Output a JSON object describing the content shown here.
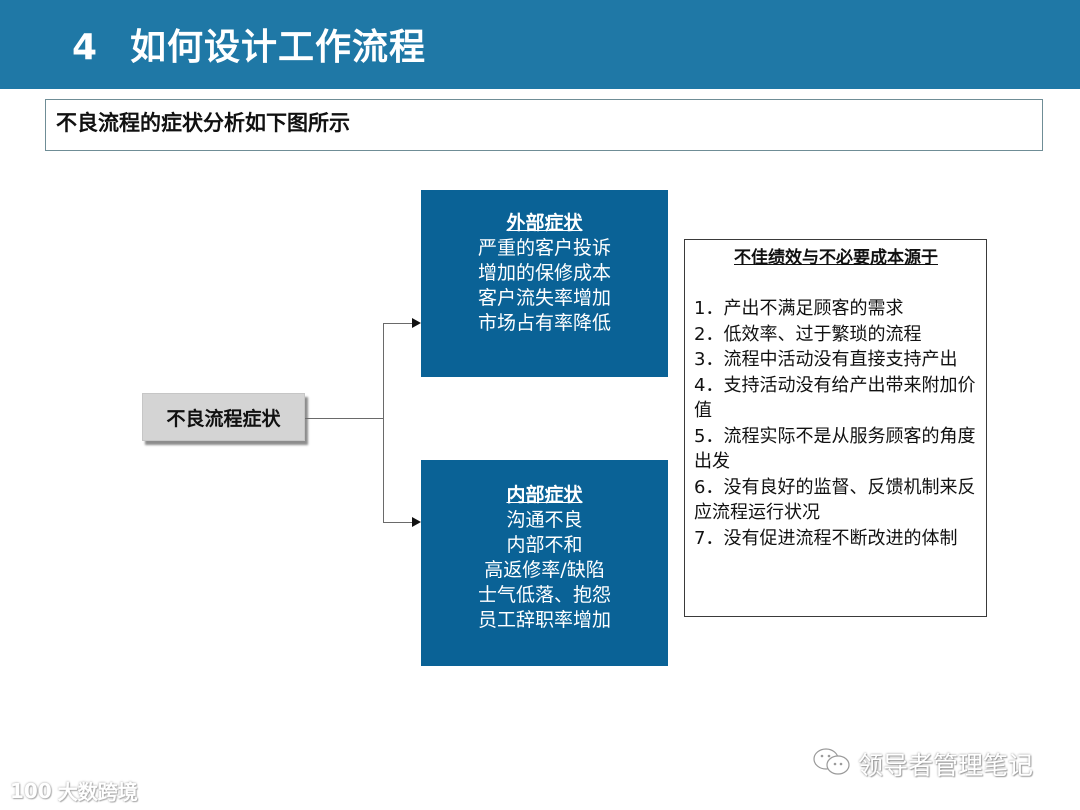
{
  "header": {
    "section_number": "4",
    "title": "如何设计工作流程",
    "bg_color": "#1f78a6"
  },
  "subtitle": "不良流程的症状分析如下图所示",
  "diagram": {
    "root": "不良流程症状",
    "external": {
      "heading": "外部症状",
      "items": [
        "严重的客户投诉",
        "增加的保修成本",
        "客户流失率增加",
        "市场占有率降低"
      ]
    },
    "internal": {
      "heading": "内部症状",
      "items": [
        "沟通不良",
        "内部不和",
        "高返修率/缺陷",
        "士气低落、抱怨",
        "员工辞职率增加"
      ]
    },
    "box_color": "#0a6296"
  },
  "causes": {
    "heading": "不佳绩效与不必要成本源于",
    "items": [
      "1．产出不满足顾客的需求",
      "2．低效率、过于繁琐的流程",
      "3．流程中活动没有直接支持产出",
      "4．支持活动没有给产出带来附加价值",
      "5．流程实际不是从服务顾客的角度出发",
      "6．没有良好的监督、反馈机制来反应流程运行状况",
      "7．没有促进流程不断改进的体制"
    ]
  },
  "watermarks": {
    "left_logo": "100",
    "left_text": "大数跨境",
    "right_icon": "wechat-icon",
    "right_text": "领导者管理笔记"
  }
}
